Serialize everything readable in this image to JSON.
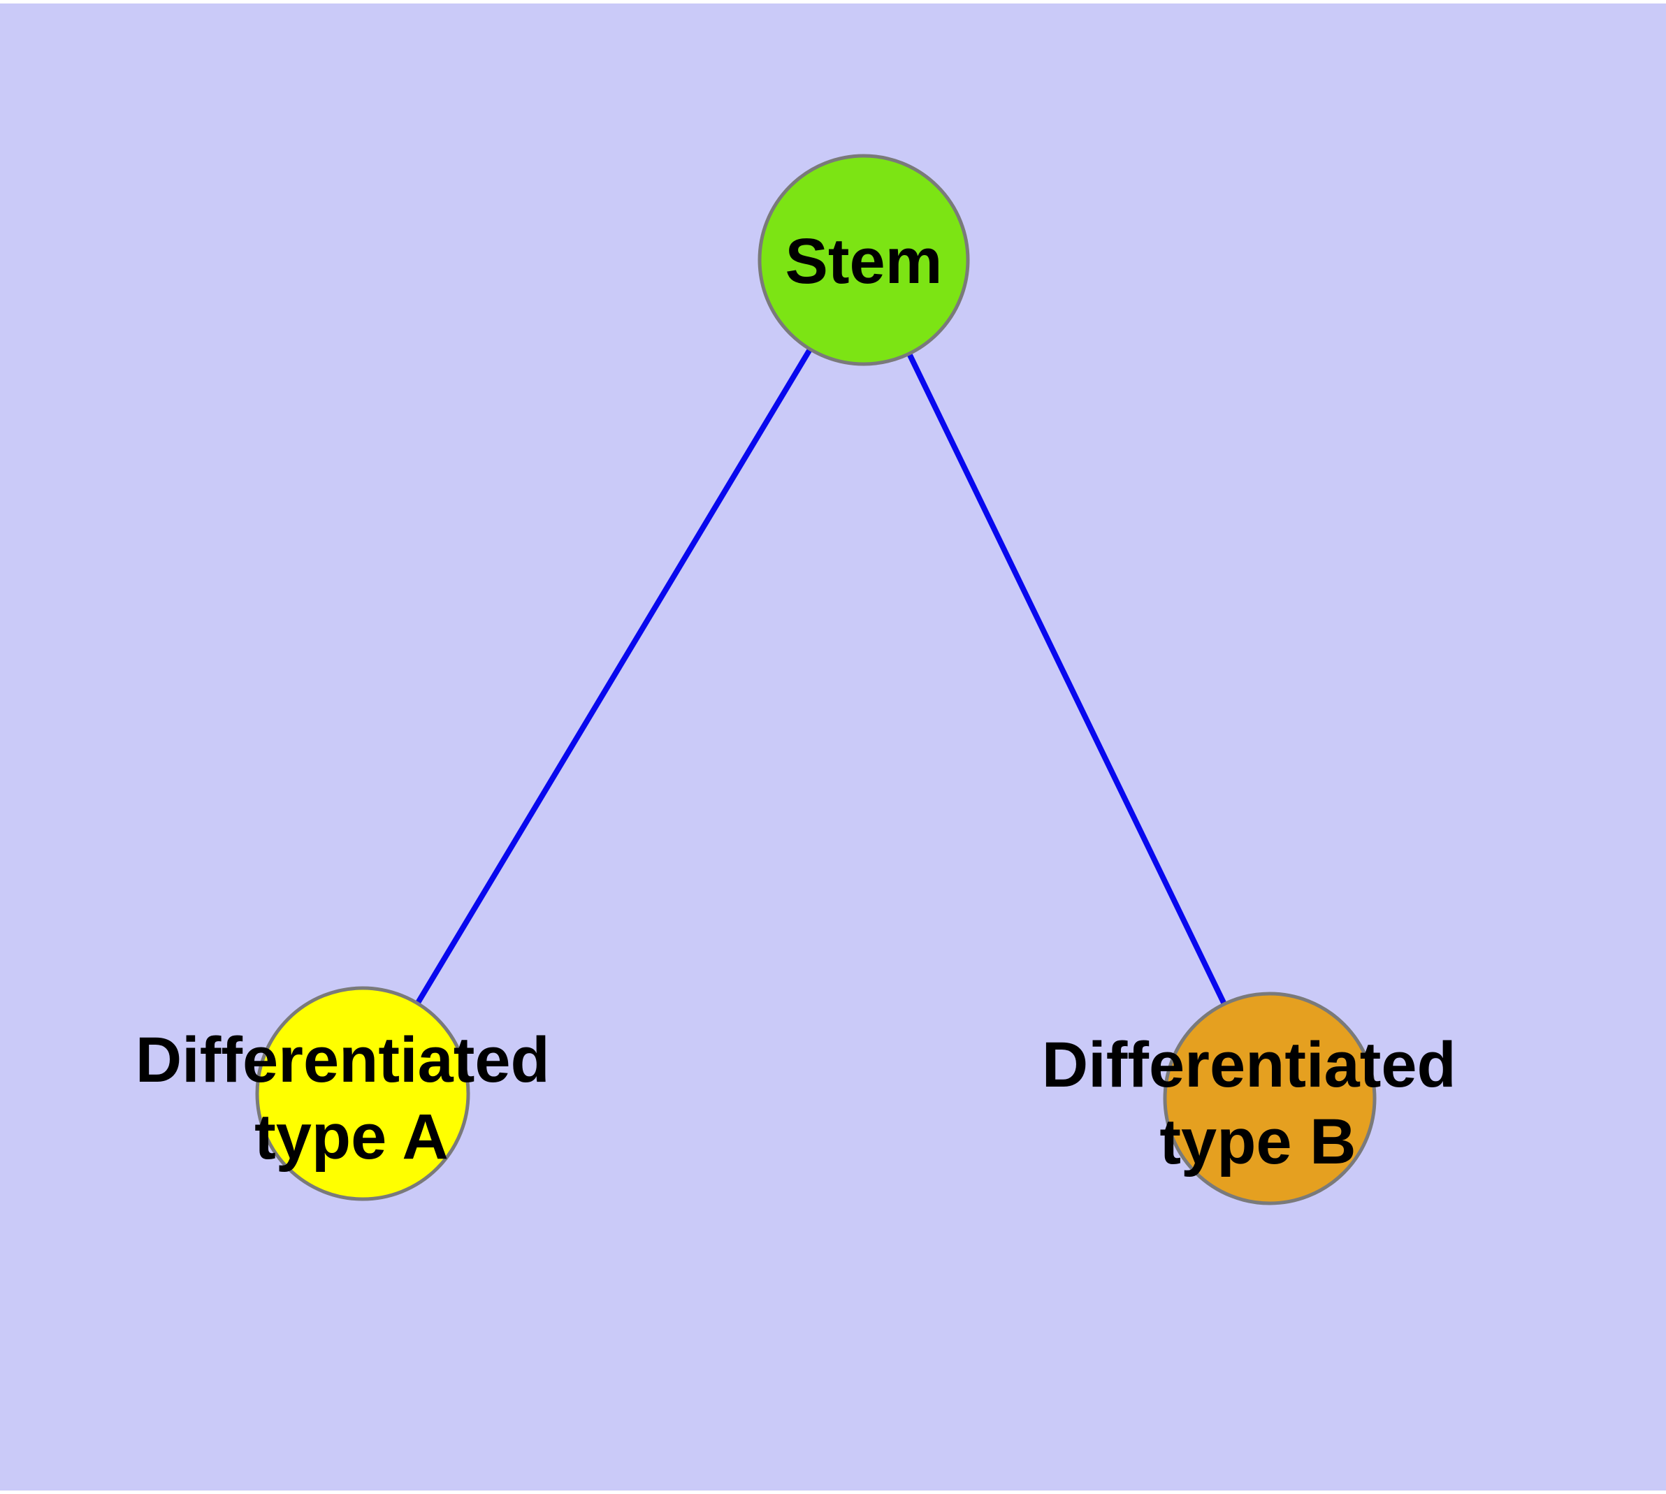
{
  "canvas": {
    "background_color": "#CACAF8",
    "frame_color": "#FFFFFF",
    "edge_color": "#0808EE",
    "node_border_color": "#7A7A7A",
    "text_color": "#000000"
  },
  "nodes": [
    {
      "id": "stem",
      "fill": "#7CE414",
      "label_lines": [
        "Stem"
      ]
    },
    {
      "id": "differentiated-type-a",
      "fill": "#FFFF00",
      "label_lines": [
        "Differentiated",
        "type A"
      ]
    },
    {
      "id": "differentiated-type-b",
      "fill": "#E5A020",
      "label_lines": [
        "Differentiated",
        "type B"
      ]
    }
  ],
  "edges": [
    {
      "from": "stem",
      "to": "differentiated-type-a"
    },
    {
      "from": "stem",
      "to": "differentiated-type-b"
    }
  ]
}
